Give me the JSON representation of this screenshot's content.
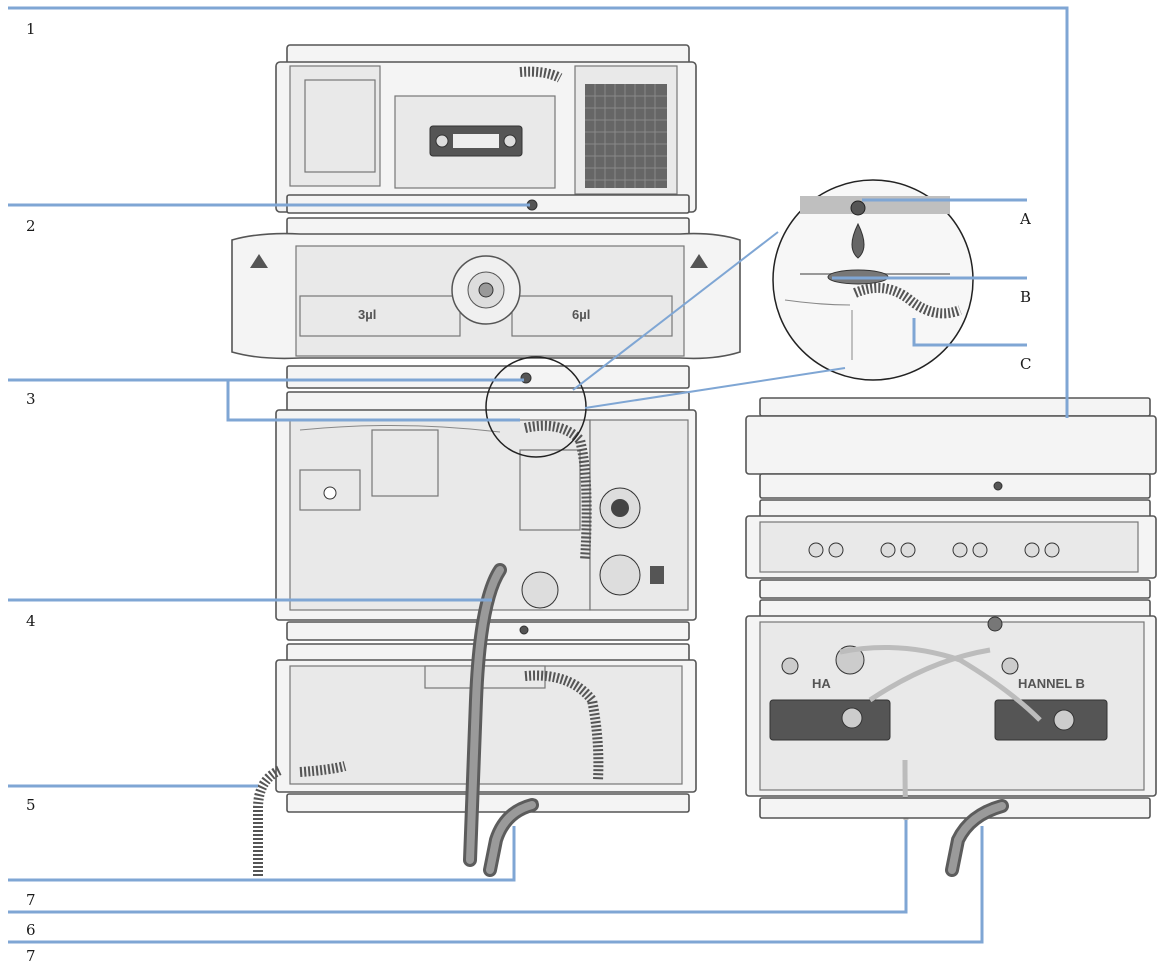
{
  "callouts": {
    "c1": "1",
    "c2": "2",
    "c3": "3",
    "c4": "4",
    "c5": "5",
    "c7a": "7",
    "c6": "6",
    "c7b": "7",
    "cA": "A",
    "cB": "B",
    "cC": "C"
  },
  "labels": {
    "sampler_left": "3µl",
    "sampler_right": "6µl",
    "channel_b": "HANNEL B",
    "channel_a": "HA"
  },
  "colors": {
    "leader": "#7fa6d4",
    "module_fill": "#f4f4f4",
    "tubing": "#5c5c5c"
  }
}
